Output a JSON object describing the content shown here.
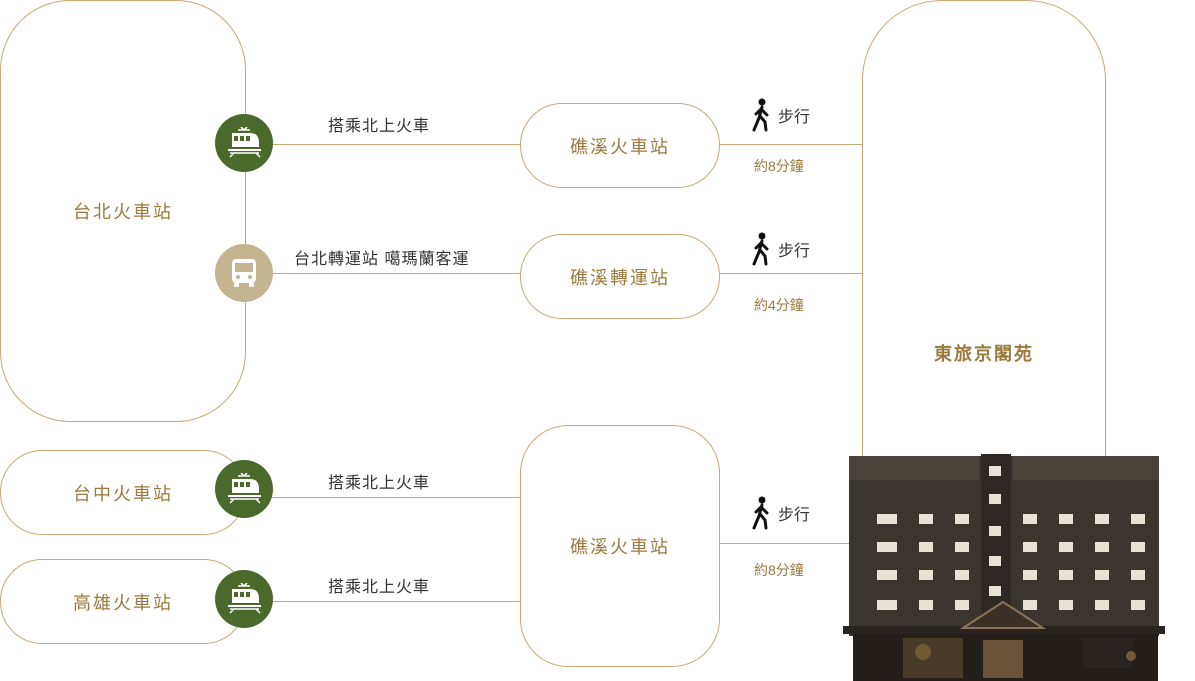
{
  "colors": {
    "gold": "#c9a978",
    "text_gold": "#9a7a3e",
    "train_green": "#4a6a2c",
    "bus_beige": "#c4b590"
  },
  "origins": {
    "taipei": "台北火車站",
    "taichung": "台中火車站",
    "kaohsiung": "高雄火車站"
  },
  "routes": {
    "taipei_train": "搭乘北上火車",
    "taipei_bus": "台北轉運站  噶瑪蘭客運",
    "taichung_train": "搭乘北上火車",
    "kaohsiung_train": "搭乘北上火車"
  },
  "stations": {
    "jiaoxi_train_1": "礁溪火車站",
    "jiaoxi_bus": "礁溪轉運站",
    "jiaoxi_train_2": "礁溪火車站"
  },
  "walks": [
    {
      "label": "步行",
      "time": "約8分鐘"
    },
    {
      "label": "步行",
      "time": "約4分鐘"
    },
    {
      "label": "步行",
      "time": "約8分鐘"
    }
  ],
  "hotel": {
    "name": "東旅京閣苑"
  },
  "icons": {
    "train": "train-icon",
    "bus": "bus-icon",
    "walk": "walking-person-icon"
  }
}
